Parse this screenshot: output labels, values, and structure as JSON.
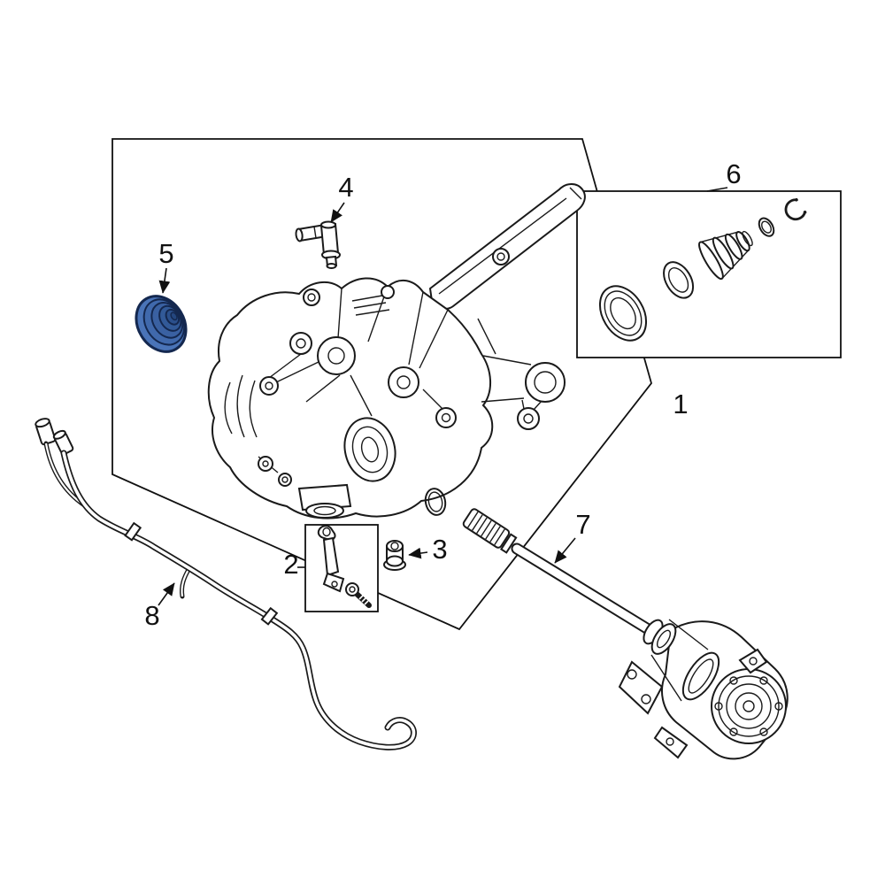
{
  "diagram": {
    "background_color": "#ffffff",
    "line_color": "#1a1a1a",
    "frame_color": "#111111",
    "highlight_color": "#4a74b8",
    "callouts": [
      {
        "label": "1"
      },
      {
        "label": "2"
      },
      {
        "label": "3"
      },
      {
        "label": "4"
      },
      {
        "label": "5"
      },
      {
        "label": "6"
      },
      {
        "label": "7"
      },
      {
        "label": "8"
      }
    ]
  }
}
